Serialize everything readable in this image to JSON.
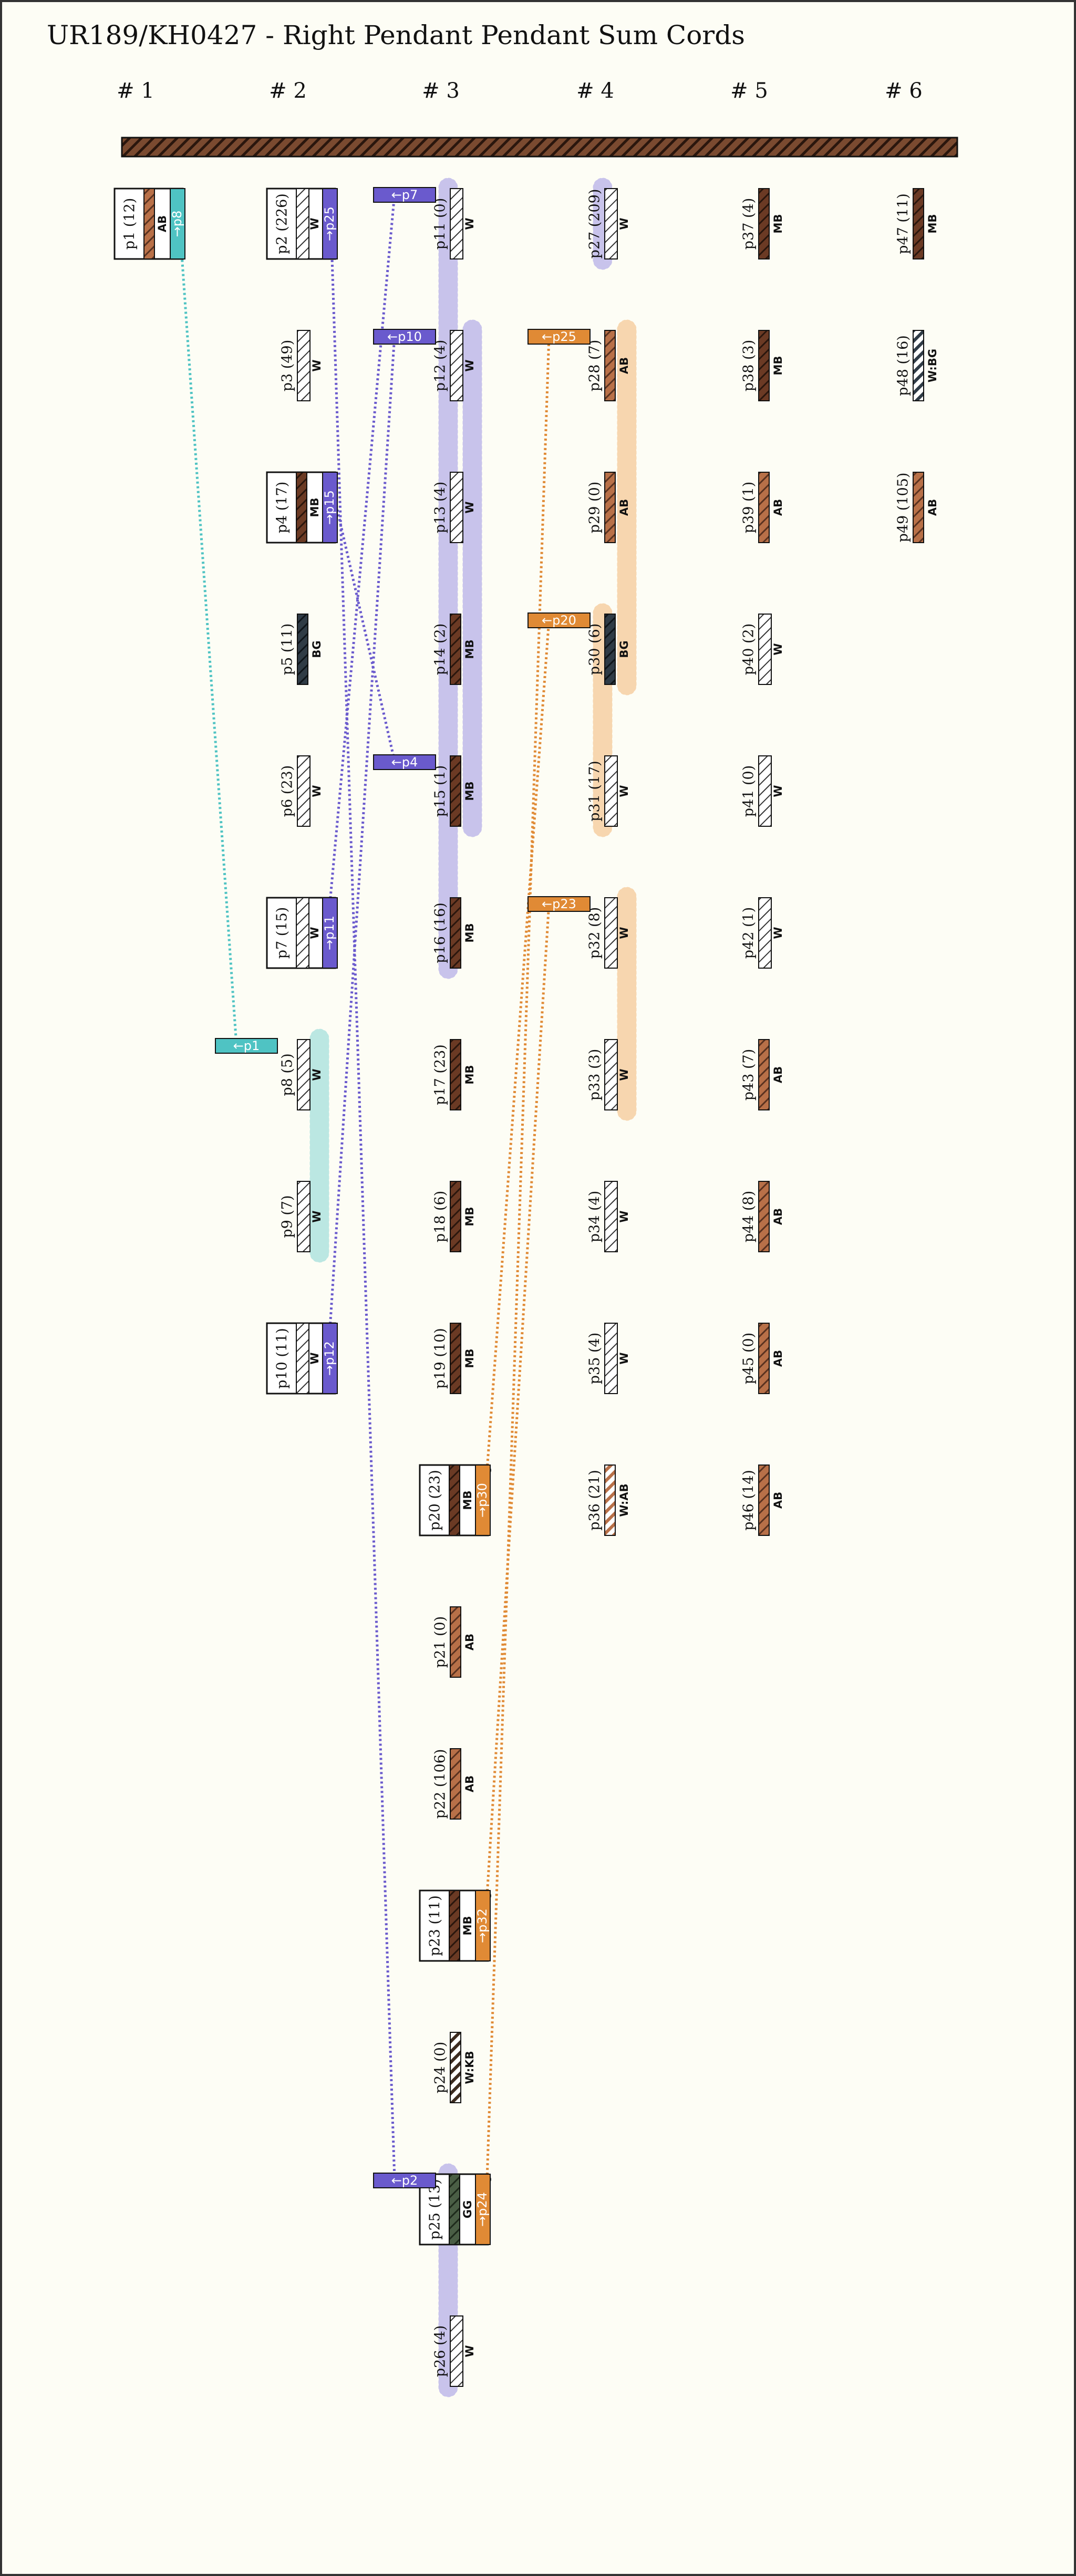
{
  "title": "UR189/KH0427 - Right Pendant Pendant Sum Cords",
  "groups": [
    "# 1",
    "# 2",
    "# 3",
    "# 4",
    "# 5",
    "# 6"
  ],
  "colors": {
    "MB": "#6b3a24",
    "AB": "#b87048",
    "W": "#ffffff",
    "BG": "#2f3b46",
    "GG": "#4a5e45",
    "KB": "#3b2a1f",
    "primary_cord": "#7a4a30",
    "purple": "#6a5acd",
    "orange": "#e08a35",
    "teal": "#4fc3c3"
  },
  "cords": [
    {
      "label": "p1 (12)",
      "colors": "AB",
      "col": 0,
      "row": 0,
      "primary": true,
      "sumtag": "→p8",
      "sumcolor": "teal"
    },
    {
      "label": "p2 (226)",
      "colors": "W",
      "col": 1,
      "row": 0,
      "primary": true,
      "sumtag": "→p25",
      "sumcolor": "purple"
    },
    {
      "label": "p3 (49)",
      "colors": "W",
      "col": 1,
      "row": 1
    },
    {
      "label": "p4 (17)",
      "colors": "MB",
      "col": 1,
      "row": 2,
      "primary": true,
      "sumtag": "→p15",
      "sumcolor": "purple"
    },
    {
      "label": "p5 (11)",
      "colors": "BG",
      "col": 1,
      "row": 3
    },
    {
      "label": "p6 (23)",
      "colors": "W",
      "col": 1,
      "row": 4
    },
    {
      "label": "p7 (15)",
      "colors": "W",
      "col": 1,
      "row": 5,
      "primary": true,
      "sumtag": "→p11",
      "sumcolor": "purple"
    },
    {
      "label": "p8 (5)",
      "colors": "W",
      "col": 1,
      "row": 6,
      "band": "teal"
    },
    {
      "label": "p9 (7)",
      "colors": "W",
      "col": 1,
      "row": 7,
      "band": "teal"
    },
    {
      "label": "p10 (11)",
      "colors": "W",
      "col": 1,
      "row": 8,
      "primary": true,
      "sumtag": "→p12",
      "sumcolor": "purple"
    },
    {
      "label": "p11 (0)",
      "colors": "W",
      "col": 2,
      "row": 0
    },
    {
      "label": "p12 (4)",
      "colors": "W",
      "col": 2,
      "row": 1
    },
    {
      "label": "p13 (4)",
      "colors": "W",
      "col": 2,
      "row": 2
    },
    {
      "label": "p14 (2)",
      "colors": "MB",
      "col": 2,
      "row": 3
    },
    {
      "label": "p15 (1)",
      "colors": "MB",
      "col": 2,
      "row": 4
    },
    {
      "label": "p16 (16)",
      "colors": "MB",
      "col": 2,
      "row": 5
    },
    {
      "label": "p17 (23)",
      "colors": "MB",
      "col": 2,
      "row": 6
    },
    {
      "label": "p18 (6)",
      "colors": "MB",
      "col": 2,
      "row": 7
    },
    {
      "label": "p19 (10)",
      "colors": "MB",
      "col": 2,
      "row": 8
    },
    {
      "label": "p20 (23)",
      "colors": "MB",
      "col": 2,
      "row": 9,
      "primary": true,
      "sumtag": "→p30",
      "sumcolor": "orange"
    },
    {
      "label": "p21 (0)",
      "colors": "AB",
      "col": 2,
      "row": 10
    },
    {
      "label": "p22 (106)",
      "colors": "AB",
      "col": 2,
      "row": 11
    },
    {
      "label": "p23 (11)",
      "colors": "MB",
      "col": 2,
      "row": 12,
      "primary": true,
      "sumtag": "→p32",
      "sumcolor": "orange"
    },
    {
      "label": "p24 (0)",
      "colors": "W:KB",
      "col": 2,
      "row": 13
    },
    {
      "label": "p25 (13)",
      "colors": "GG",
      "col": 2,
      "row": 14,
      "primary": true,
      "sumtag": "→p24",
      "sumcolor": "orange"
    },
    {
      "label": "p26 (4)",
      "colors": "W",
      "col": 2,
      "row": 15
    },
    {
      "label": "p27 (209)",
      "colors": "W",
      "col": 3,
      "row": 0
    },
    {
      "label": "p28 (7)",
      "colors": "AB",
      "col": 3,
      "row": 1
    },
    {
      "label": "p29 (0)",
      "colors": "AB",
      "col": 3,
      "row": 2
    },
    {
      "label": "p30 (6)",
      "colors": "BG",
      "col": 3,
      "row": 3
    },
    {
      "label": "p31 (17)",
      "colors": "W",
      "col": 3,
      "row": 4
    },
    {
      "label": "p32 (8)",
      "colors": "W",
      "col": 3,
      "row": 5
    },
    {
      "label": "p33 (3)",
      "colors": "W",
      "col": 3,
      "row": 6
    },
    {
      "label": "p34 (4)",
      "colors": "W",
      "col": 3,
      "row": 7
    },
    {
      "label": "p35 (4)",
      "colors": "W",
      "col": 3,
      "row": 8
    },
    {
      "label": "p36 (21)",
      "colors": "W:AB",
      "col": 3,
      "row": 9
    },
    {
      "label": "p37 (4)",
      "colors": "MB",
      "col": 4,
      "row": 0
    },
    {
      "label": "p38 (3)",
      "colors": "MB",
      "col": 4,
      "row": 1
    },
    {
      "label": "p39 (1)",
      "colors": "AB",
      "col": 4,
      "row": 2
    },
    {
      "label": "p40 (2)",
      "colors": "W",
      "col": 4,
      "row": 3
    },
    {
      "label": "p41 (0)",
      "colors": "W",
      "col": 4,
      "row": 4
    },
    {
      "label": "p42 (1)",
      "colors": "W",
      "col": 4,
      "row": 5
    },
    {
      "label": "p43 (7)",
      "colors": "AB",
      "col": 4,
      "row": 6
    },
    {
      "label": "p44 (8)",
      "colors": "AB",
      "col": 4,
      "row": 7
    },
    {
      "label": "p45 (0)",
      "colors": "AB",
      "col": 4,
      "row": 8
    },
    {
      "label": "p46 (14)",
      "colors": "AB",
      "col": 4,
      "row": 9
    },
    {
      "label": "p47 (11)",
      "colors": "MB",
      "col": 5,
      "row": 0
    },
    {
      "label": "p48 (16)",
      "colors": "W:BG",
      "col": 5,
      "row": 1
    },
    {
      "label": "p49 (105)",
      "colors": "AB",
      "col": 5,
      "row": 2
    }
  ],
  "source_tags": [
    {
      "text": "←p1",
      "color": "teal",
      "col": 1,
      "row": 6
    },
    {
      "text": "←p7",
      "color": "purple",
      "col": 2,
      "row": 0
    },
    {
      "text": "←p10",
      "color": "purple",
      "col": 2,
      "row": 1
    },
    {
      "text": "←p4",
      "color": "purple",
      "col": 2,
      "row": 4
    },
    {
      "text": "←p2",
      "color": "purple",
      "col": 2,
      "row": 14
    },
    {
      "text": "←p25",
      "color": "orange",
      "col": 3,
      "row": 1
    },
    {
      "text": "←p20",
      "color": "orange",
      "col": 3,
      "row": 3
    },
    {
      "text": "←p23",
      "color": "orange",
      "col": 3,
      "row": 5
    }
  ],
  "links": [
    {
      "from_col": 0,
      "from_row": 0,
      "to_col": 1,
      "to_row": 6,
      "color": "teal"
    },
    {
      "from_col": 1,
      "from_row": 0,
      "to_col": 2,
      "to_row": 14,
      "color": "purple"
    },
    {
      "from_col": 1,
      "from_row": 2,
      "to_col": 2,
      "to_row": 4,
      "color": "purple"
    },
    {
      "from_col": 1,
      "from_row": 5,
      "to_col": 2,
      "to_row": 0,
      "color": "purple"
    },
    {
      "from_col": 1,
      "from_row": 8,
      "to_col": 2,
      "to_row": 1,
      "color": "purple"
    },
    {
      "from_col": 2,
      "from_row": 9,
      "to_col": 3,
      "to_row": 3,
      "color": "orange"
    },
    {
      "from_col": 2,
      "from_row": 12,
      "to_col": 3,
      "to_row": 5,
      "color": "orange"
    },
    {
      "from_col": 2,
      "from_row": 14,
      "to_col": 3,
      "to_row": 1,
      "color": "orange"
    }
  ],
  "bands": [
    {
      "col": 1,
      "from_row": 6,
      "to_row": 7,
      "color": "teal",
      "side": "right"
    },
    {
      "col": 2,
      "from_row": 0,
      "to_row": 5,
      "color": "purple",
      "side": "left"
    },
    {
      "col": 2,
      "from_row": 1,
      "to_row": 4,
      "color": "purple",
      "side": "right"
    },
    {
      "col": 2,
      "from_row": 14,
      "to_row": 15,
      "color": "purple",
      "side": "left"
    },
    {
      "col": 3,
      "from_row": 0,
      "to_row": 0,
      "color": "purple",
      "side": "left"
    },
    {
      "col": 3,
      "from_row": 1,
      "to_row": 3,
      "color": "orange",
      "side": "right"
    },
    {
      "col": 3,
      "from_row": 3,
      "to_row": 4,
      "color": "orange",
      "side": "left"
    },
    {
      "col": 3,
      "from_row": 5,
      "to_row": 6,
      "color": "orange",
      "side": "right"
    }
  ]
}
